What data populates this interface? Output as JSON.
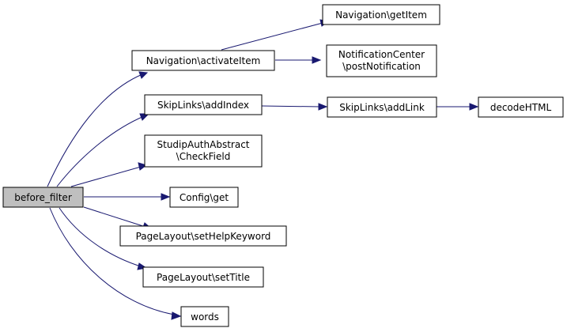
{
  "colors": {
    "edge": "#191970",
    "root_fill": "#bfbfbf",
    "node_fill": "#ffffff",
    "node_border": "#000000"
  },
  "nodes": {
    "before_filter": [
      "before_filter"
    ],
    "nav_activate": [
      "Navigation\\activateItem"
    ],
    "nav_getitem": [
      "Navigation\\getItem"
    ],
    "notif_post": [
      "NotificationCenter",
      "\\postNotification"
    ],
    "skip_addindex": [
      "SkipLinks\\addIndex"
    ],
    "skip_addlink": [
      "SkipLinks\\addLink"
    ],
    "decode_html": [
      "decodeHTML"
    ],
    "studip_check": [
      "StudipAuthAbstract",
      "\\CheckField"
    ],
    "config_get": [
      "Config\\get"
    ],
    "pl_helpkw": [
      "PageLayout\\setHelpKeyword"
    ],
    "pl_title": [
      "PageLayout\\setTitle"
    ],
    "words": [
      "words"
    ]
  }
}
